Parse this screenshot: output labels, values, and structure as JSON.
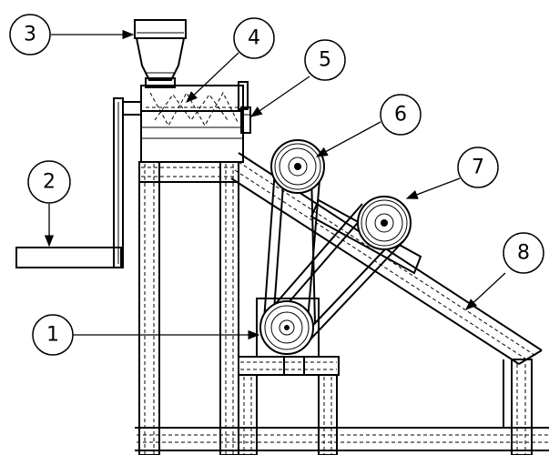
{
  "balloons": [
    {
      "id": "1",
      "label": "1"
    },
    {
      "id": "2",
      "label": "2"
    },
    {
      "id": "3",
      "label": "3"
    },
    {
      "id": "4",
      "label": "4"
    },
    {
      "id": "5",
      "label": "5"
    },
    {
      "id": "6",
      "label": "6"
    },
    {
      "id": "7",
      "label": "7"
    },
    {
      "id": "8",
      "label": "8"
    }
  ]
}
